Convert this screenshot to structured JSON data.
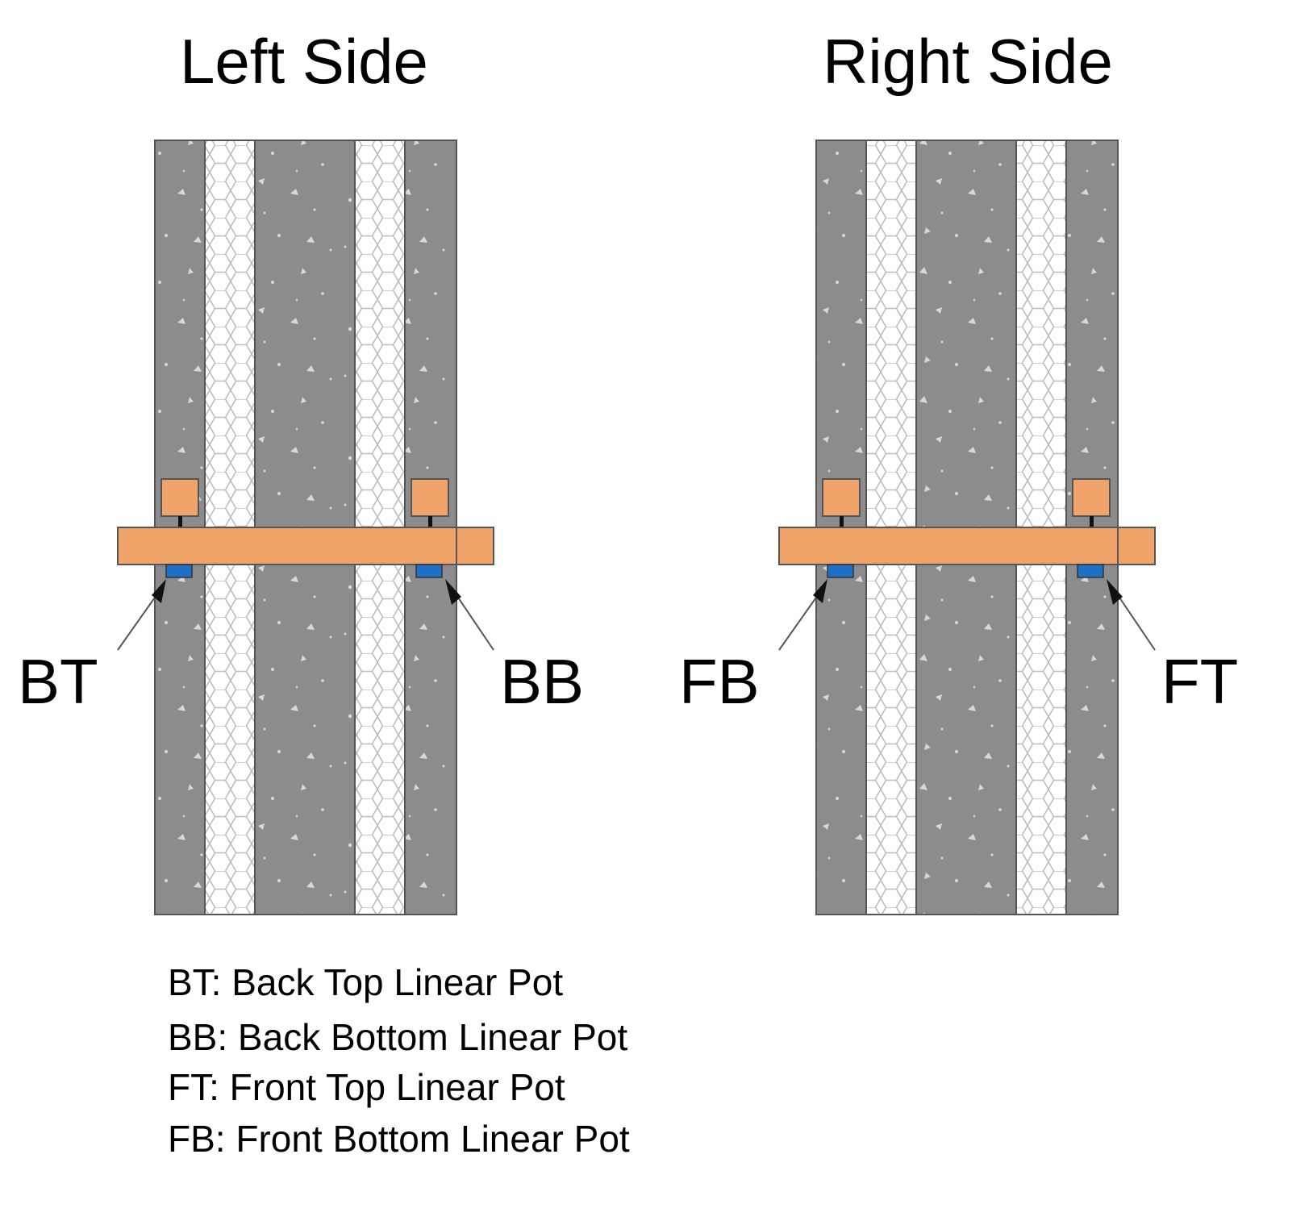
{
  "panels": [
    {
      "id": "left",
      "title": "Left Side",
      "label_left": "BT",
      "label_right": "BB"
    },
    {
      "id": "right",
      "title": "Right Side",
      "label_left": "FB",
      "label_right": "FT"
    }
  ],
  "legend": [
    "BT: Back Top Linear Pot",
    "BB: Back Bottom Linear Pot",
    "FT: Front Top Linear Pot",
    "FB: Front Bottom Linear Pot"
  ],
  "colors": {
    "concrete": "#8c8c8e",
    "insulation": "#ffffff",
    "hex_stroke": "#bdbdbd",
    "connector": "#f0a46a",
    "sensor": "#1f6fc7",
    "outline": "#555555"
  }
}
